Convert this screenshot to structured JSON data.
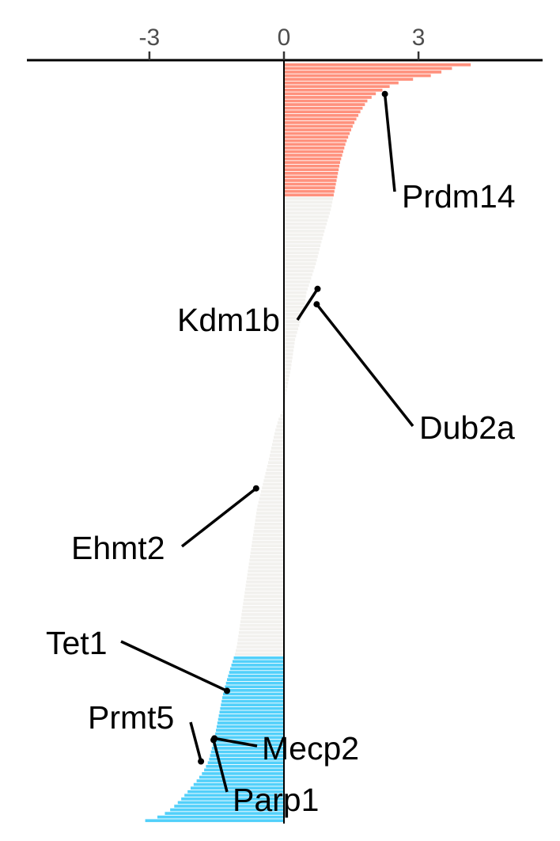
{
  "chart_data": {
    "type": "bar",
    "orientation": "horizontal",
    "title": "",
    "xlabel": "",
    "ylabel": "",
    "xlim": [
      -5.8,
      5.8
    ],
    "xticks": [
      {
        "value": -3,
        "label": "-3"
      },
      {
        "value": 0,
        "label": "0"
      },
      {
        "value": 3,
        "label": "3"
      }
    ],
    "grid": false,
    "legend": "none",
    "bar_count": 210,
    "value_profile": [
      [
        0,
        4.5
      ],
      [
        1,
        4.2
      ],
      [
        3,
        3.8
      ],
      [
        6,
        3.5
      ],
      [
        9,
        3.2
      ],
      [
        11,
        2.8
      ],
      [
        13,
        2.55
      ],
      [
        16,
        2.3
      ],
      [
        20,
        2.05
      ],
      [
        25,
        1.85
      ],
      [
        32,
        1.7
      ],
      [
        40,
        1.55
      ],
      [
        52,
        1.38
      ],
      [
        65,
        1.25
      ],
      [
        80,
        1.15
      ],
      [
        95,
        1.05
      ],
      [
        105,
        0.95
      ],
      [
        115,
        0.85
      ],
      [
        130,
        0.72
      ],
      [
        150,
        0.5
      ],
      [
        160,
        0.45
      ],
      [
        170,
        0.35
      ],
      [
        180,
        0.25
      ],
      [
        200,
        0.15
      ],
      [
        215,
        0.05
      ],
      [
        222,
        0.02
      ],
      [
        226,
        -0.02
      ],
      [
        232,
        -0.12
      ],
      [
        240,
        -0.2
      ],
      [
        260,
        -0.35
      ],
      [
        290,
        -0.6
      ],
      [
        330,
        -0.8
      ],
      [
        360,
        -0.95
      ],
      [
        380,
        -1.05
      ],
      [
        386,
        -1.1
      ],
      [
        395,
        -1.2
      ],
      [
        410,
        -1.35
      ],
      [
        425,
        -1.45
      ],
      [
        440,
        -1.55
      ],
      [
        455,
        -1.68
      ],
      [
        462,
        -1.8
      ],
      [
        468,
        -1.95
      ],
      [
        475,
        -2.15
      ],
      [
        480,
        -2.3
      ],
      [
        486,
        -2.5
      ],
      [
        490,
        -2.7
      ],
      [
        493,
        -2.95
      ],
      [
        495,
        -3.3
      ]
    ],
    "profile_max_rank": 495,
    "colors": {
      "up": "#ff917d",
      "down": "#52d0fa",
      "neutral": "#f2f1ee",
      "axis": "#000000",
      "tick_text": "#4d4d4d"
    },
    "category_thresholds": {
      "up": 1.1,
      "down": -1.1
    },
    "highlighted_genes": [
      {
        "name": "Prdm14",
        "value": 2.25,
        "rank": 20
      },
      {
        "name": "Kdm1b",
        "value": 0.75,
        "rank": 147
      },
      {
        "name": "Dub2a",
        "value": 0.73,
        "rank": 157
      },
      {
        "name": "Ehmt2",
        "value": -0.62,
        "rank": 277
      },
      {
        "name": "Tet1",
        "value": -1.27,
        "rank": 409
      },
      {
        "name": "Mecp2",
        "value": -1.55,
        "rank": 440
      },
      {
        "name": "Parp1",
        "value": -1.57,
        "rank": 441
      },
      {
        "name": "Prmt5",
        "value": -1.85,
        "rank": 455
      }
    ]
  }
}
